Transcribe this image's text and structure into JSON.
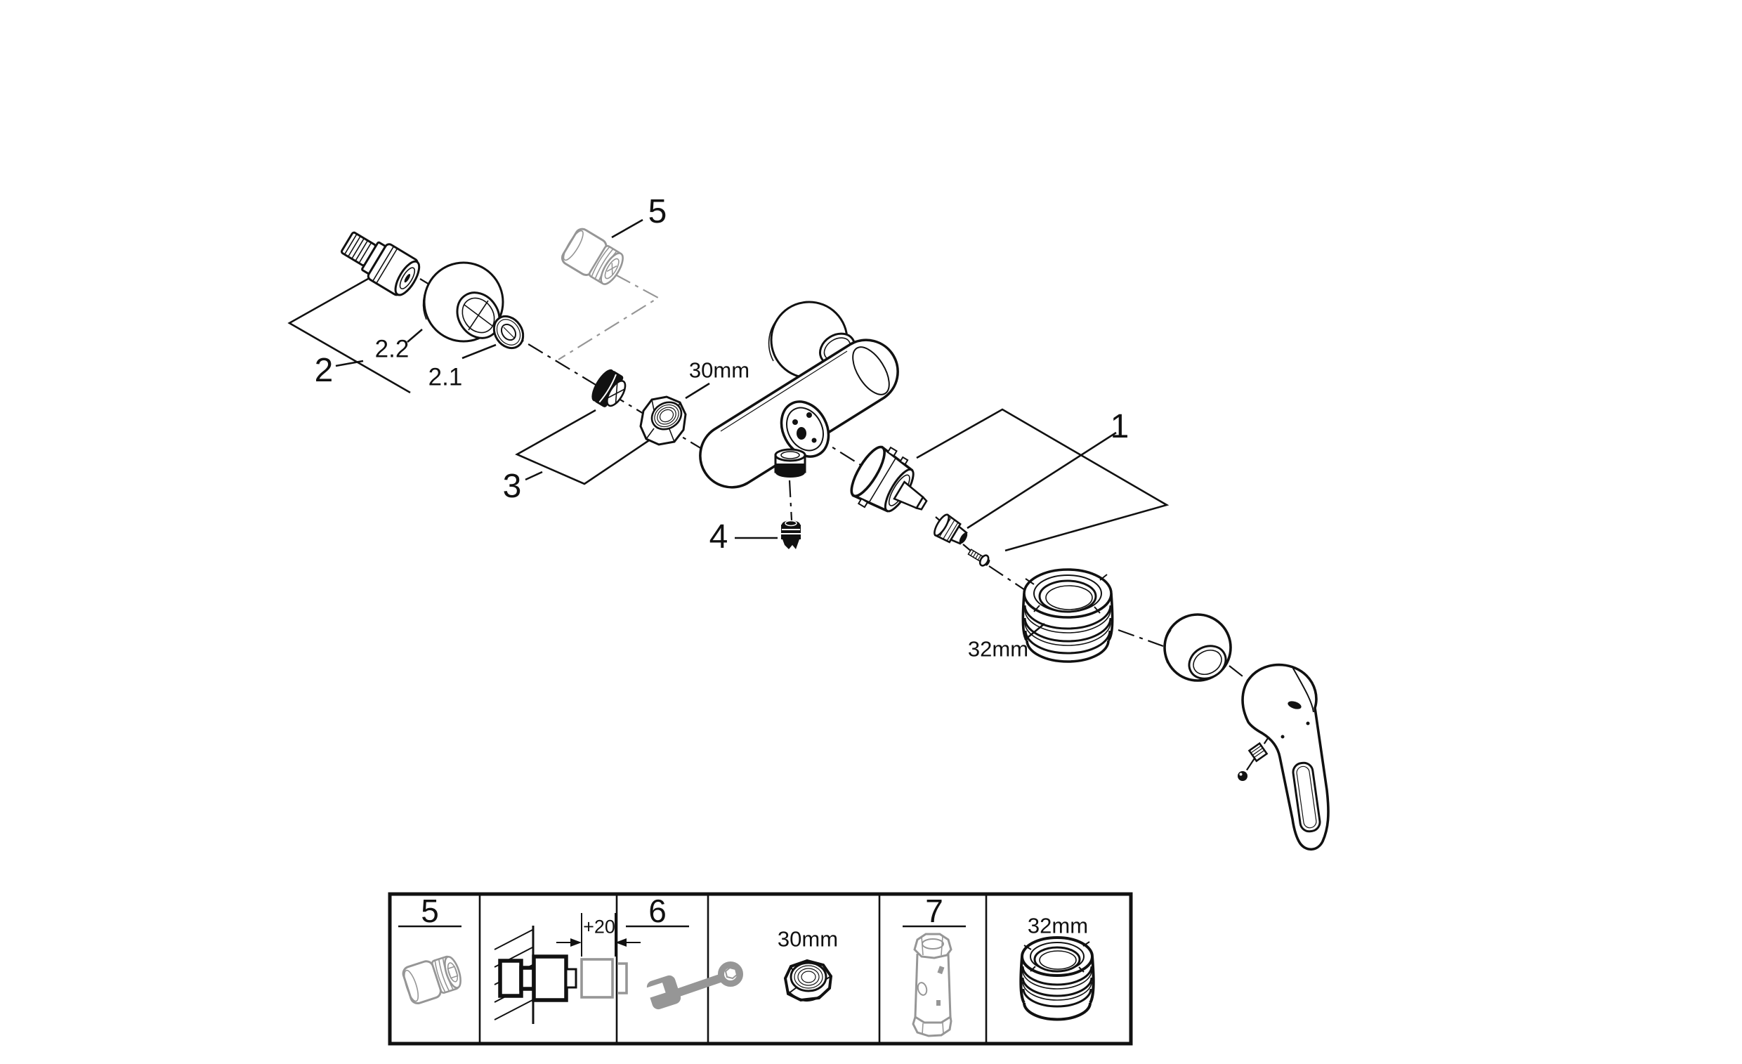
{
  "colors": {
    "ink": "#111111",
    "grey": "#969696",
    "background": "#ffffff"
  },
  "diagram": {
    "callouts": {
      "c1": "1",
      "c2": "2",
      "c21": "2.1",
      "c22": "2.2",
      "c3": "3",
      "c4": "4",
      "c5": "5"
    },
    "dims": {
      "d30": "30mm",
      "d32": "32mm"
    },
    "parts": [
      {
        "callout": "2",
        "icon": "s-union-nipple"
      },
      {
        "callout": "2.2",
        "icon": "wall-escutcheon"
      },
      {
        "callout": "2.1",
        "icon": "seal-washer"
      },
      {
        "callout": "5",
        "icon": "extension-union-grey"
      },
      {
        "callout": "3",
        "icon": "filter-insert-and-30mm-nut"
      },
      {
        "callout": "4",
        "icon": "check-valve"
      },
      {
        "callout": "1",
        "icon": "cartridge-kit-with-32mm-ring-nut"
      },
      {
        "callout": "",
        "icon": "cap-sleeve"
      },
      {
        "callout": "",
        "icon": "lever-handle-with-grub-screw"
      }
    ]
  },
  "legend": {
    "cells": [
      {
        "header": "5",
        "icon": "extension-union-grey"
      },
      {
        "dim": "+20",
        "icon": "wall-installation-diagram"
      },
      {
        "header": "6",
        "icon": "wrench-grey"
      },
      {
        "dim": "30mm",
        "icon": "nut-30mm"
      },
      {
        "header": "7",
        "icon": "socket-tool-grey"
      },
      {
        "dim": "32mm",
        "icon": "ring-nut-32mm"
      }
    ]
  }
}
